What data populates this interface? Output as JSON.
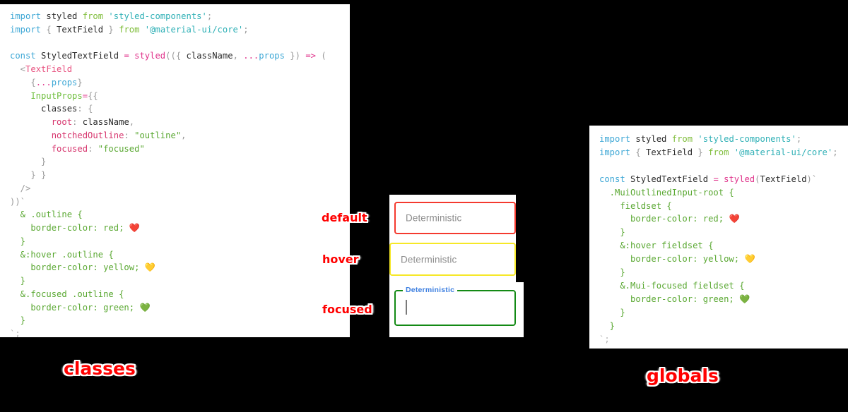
{
  "panels": {
    "classes": {
      "title": "classes",
      "code_lines": [
        [
          {
            "t": "kw",
            "s": "import"
          },
          {
            "t": "id",
            "s": " styled "
          },
          {
            "t": "from",
            "s": "from"
          },
          {
            "t": "str",
            "s": " 'styled-components'"
          },
          {
            "t": "punc",
            "s": ";"
          }
        ],
        [
          {
            "t": "kw",
            "s": "import"
          },
          {
            "t": "punc",
            "s": " { "
          },
          {
            "t": "id",
            "s": "TextField"
          },
          {
            "t": "punc",
            "s": " } "
          },
          {
            "t": "from",
            "s": "from"
          },
          {
            "t": "str",
            "s": " '@material-ui/core'"
          },
          {
            "t": "punc",
            "s": ";"
          }
        ],
        [],
        [
          {
            "t": "kw",
            "s": "const"
          },
          {
            "t": "id",
            "s": " StyledTextField "
          },
          {
            "t": "op",
            "s": "="
          },
          {
            "t": "fn",
            "s": " styled"
          },
          {
            "t": "punc",
            "s": "(({ "
          },
          {
            "t": "id",
            "s": "className"
          },
          {
            "t": "punc",
            "s": ", "
          },
          {
            "t": "op",
            "s": "..."
          },
          {
            "t": "var",
            "s": "props"
          },
          {
            "t": "punc",
            "s": " }) "
          },
          {
            "t": "op",
            "s": "=>"
          },
          {
            "t": "punc",
            "s": " ("
          }
        ],
        [
          {
            "t": "punc",
            "s": "  <"
          },
          {
            "t": "tag",
            "s": "TextField"
          }
        ],
        [
          {
            "t": "punc",
            "s": "    {"
          },
          {
            "t": "op",
            "s": "..."
          },
          {
            "t": "var",
            "s": "props"
          },
          {
            "t": "punc",
            "s": "}"
          }
        ],
        [
          {
            "t": "prop",
            "s": "    InputProps"
          },
          {
            "t": "op",
            "s": "="
          },
          {
            "t": "punc",
            "s": "{{"
          }
        ],
        [
          {
            "t": "id",
            "s": "      classes"
          },
          {
            "t": "punc",
            "s": ": {"
          }
        ],
        [
          {
            "t": "key",
            "s": "        root"
          },
          {
            "t": "punc",
            "s": ": "
          },
          {
            "t": "id",
            "s": "className"
          },
          {
            "t": "punc",
            "s": ","
          }
        ],
        [
          {
            "t": "key",
            "s": "        notchedOutline"
          },
          {
            "t": "punc",
            "s": ": "
          },
          {
            "t": "val",
            "s": "\"outline\""
          },
          {
            "t": "punc",
            "s": ","
          }
        ],
        [
          {
            "t": "key",
            "s": "        focused"
          },
          {
            "t": "punc",
            "s": ": "
          },
          {
            "t": "val",
            "s": "\"focused\""
          }
        ],
        [
          {
            "t": "punc",
            "s": "      }"
          }
        ],
        [
          {
            "t": "punc",
            "s": "    } }"
          }
        ],
        [
          {
            "t": "punc",
            "s": "  />"
          }
        ],
        [
          {
            "t": "punc",
            "s": "))`"
          }
        ],
        [
          {
            "t": "css",
            "s": "  & .outline {"
          }
        ],
        [
          {
            "t": "css",
            "s": "    border-color: red; "
          },
          {
            "t": "emoji",
            "s": "❤️"
          }
        ],
        [
          {
            "t": "css",
            "s": "  }"
          }
        ],
        [
          {
            "t": "css",
            "s": "  &:hover .outline {"
          }
        ],
        [
          {
            "t": "css",
            "s": "    border-color: yellow; "
          },
          {
            "t": "emoji",
            "s": "💛"
          }
        ],
        [
          {
            "t": "css",
            "s": "  }"
          }
        ],
        [
          {
            "t": "css",
            "s": "  &.focused .outline {"
          }
        ],
        [
          {
            "t": "css",
            "s": "    border-color: green; "
          },
          {
            "t": "emoji",
            "s": "💚"
          }
        ],
        [
          {
            "t": "css",
            "s": "  }"
          }
        ],
        [
          {
            "t": "dim",
            "s": "`;"
          }
        ]
      ]
    },
    "globals": {
      "title": "globals",
      "code_lines": [
        [
          {
            "t": "kw",
            "s": "import"
          },
          {
            "t": "id",
            "s": " styled "
          },
          {
            "t": "from",
            "s": "from"
          },
          {
            "t": "str",
            "s": " 'styled-components'"
          },
          {
            "t": "punc",
            "s": ";"
          }
        ],
        [
          {
            "t": "kw",
            "s": "import"
          },
          {
            "t": "punc",
            "s": " { "
          },
          {
            "t": "id",
            "s": "TextField"
          },
          {
            "t": "punc",
            "s": " } "
          },
          {
            "t": "from",
            "s": "from"
          },
          {
            "t": "str",
            "s": " '@material-ui/core'"
          },
          {
            "t": "punc",
            "s": ";"
          }
        ],
        [],
        [
          {
            "t": "kw",
            "s": "const"
          },
          {
            "t": "id",
            "s": " StyledTextField "
          },
          {
            "t": "op",
            "s": "="
          },
          {
            "t": "fn",
            "s": " styled"
          },
          {
            "t": "punc",
            "s": "("
          },
          {
            "t": "id",
            "s": "TextField"
          },
          {
            "t": "punc",
            "s": ")`"
          }
        ],
        [
          {
            "t": "css",
            "s": "  .MuiOutlinedInput-root {"
          }
        ],
        [
          {
            "t": "css",
            "s": "    fieldset {"
          }
        ],
        [
          {
            "t": "css",
            "s": "      border-color: red; "
          },
          {
            "t": "emoji",
            "s": "❤️"
          }
        ],
        [
          {
            "t": "css",
            "s": "    }"
          }
        ],
        [
          {
            "t": "css",
            "s": "    &:hover fieldset {"
          }
        ],
        [
          {
            "t": "css",
            "s": "      border-color: yellow; "
          },
          {
            "t": "emoji",
            "s": "💛"
          }
        ],
        [
          {
            "t": "css",
            "s": "    }"
          }
        ],
        [
          {
            "t": "css",
            "s": "    &.Mui-focused fieldset {"
          }
        ],
        [
          {
            "t": "css",
            "s": "      border-color: green; "
          },
          {
            "t": "emoji",
            "s": "💚"
          }
        ],
        [
          {
            "t": "css",
            "s": "    }"
          }
        ],
        [
          {
            "t": "css",
            "s": "  }"
          }
        ],
        [
          {
            "t": "dim",
            "s": "`;"
          }
        ]
      ]
    }
  },
  "demo": {
    "states": [
      {
        "key": "default",
        "annotation": "default",
        "field_text": "Deterministic",
        "border_color": "#f43a2f"
      },
      {
        "key": "hover",
        "annotation": "hover",
        "field_text": "Deterministic",
        "border_color": "#f6e827"
      },
      {
        "key": "focused",
        "annotation": "focused",
        "field_label": "Deterministic",
        "field_text": "",
        "border_color": "#138a15",
        "label_color": "#3d7fe0",
        "caret": true
      }
    ]
  },
  "colors": {
    "background": "#000000",
    "panel": "#ffffff",
    "annotation": "#ff0000",
    "red": "#f43a2f",
    "yellow": "#f6e827",
    "green": "#138a15",
    "label_blue": "#3d7fe0"
  }
}
